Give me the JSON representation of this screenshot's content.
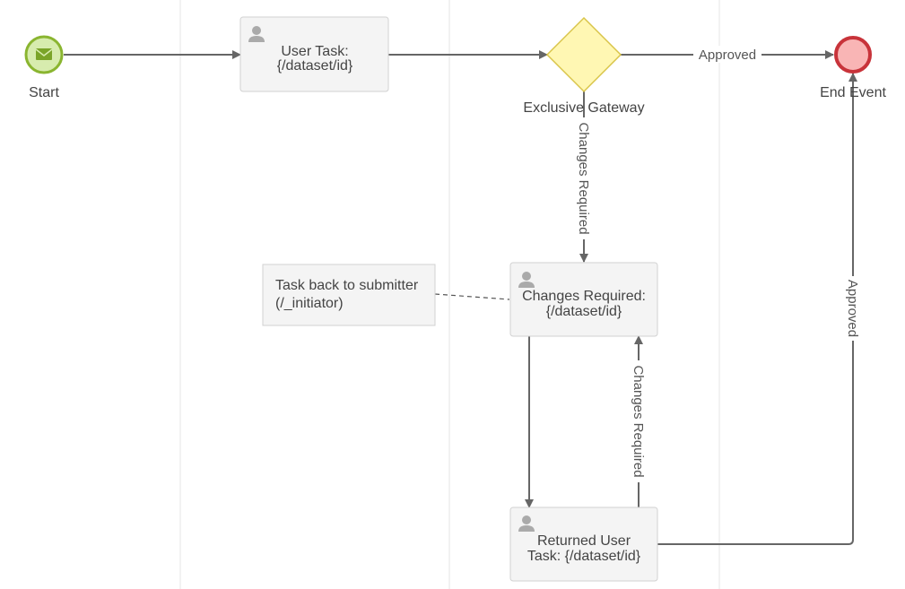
{
  "colors": {
    "start_fill": "#d7ecae",
    "start_stroke": "#8ab530",
    "end_fill": "#f9b5b5",
    "end_stroke": "#c8333a",
    "gateway_fill": "#fff7b3",
    "gateway_stroke": "#d9c54a",
    "task_fill": "#f4f4f4",
    "flow_stroke": "#666666"
  },
  "nodes": {
    "start": {
      "label": "Start",
      "icon": "envelope-icon"
    },
    "user_task": {
      "line1": "User Task:",
      "line2": "{/dataset/id}",
      "icon": "user-icon"
    },
    "gateway": {
      "label": "Exclusive Gateway"
    },
    "end": {
      "label": "End Event"
    },
    "changes_task": {
      "line1": "Changes Required:",
      "line2": "{/dataset/id}",
      "icon": "user-icon"
    },
    "returned_task": {
      "line1": "Returned User",
      "line2": "Task: {/dataset/id}",
      "icon": "user-icon"
    },
    "annotation": {
      "line1": "Task back to submitter",
      "line2": "(/_initiator)"
    }
  },
  "flows": {
    "gateway_to_end": "Approved",
    "gateway_to_changes": "Changes Required",
    "returned_to_changes": "Changes Required",
    "returned_to_end": "Approved"
  }
}
